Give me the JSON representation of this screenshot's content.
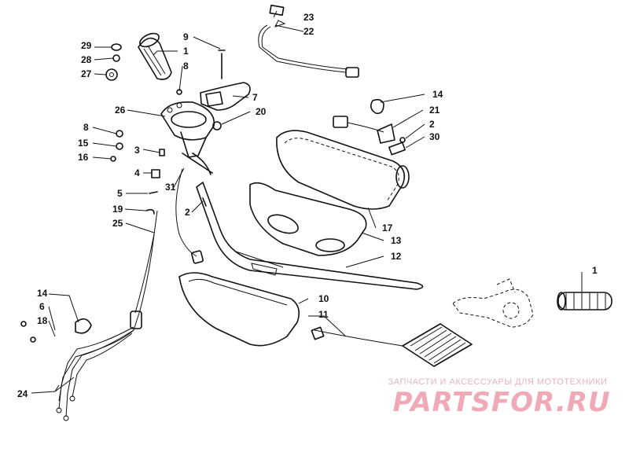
{
  "diagram": {
    "callouts": [
      "1",
      "2",
      "3",
      "4",
      "5",
      "6",
      "7",
      "8",
      "9",
      "10",
      "11",
      "12",
      "13",
      "14",
      "15",
      "16",
      "17",
      "18",
      "19",
      "20",
      "21",
      "22",
      "23",
      "24",
      "25",
      "26",
      "27",
      "28",
      "29",
      "30",
      "31"
    ]
  },
  "watermark": {
    "caption": "ЗАПЧАСТИ И АКСЕССУАРЫ ДЛЯ МОТОТЕХНИКИ",
    "logo": "PARTSFOR.RU"
  }
}
